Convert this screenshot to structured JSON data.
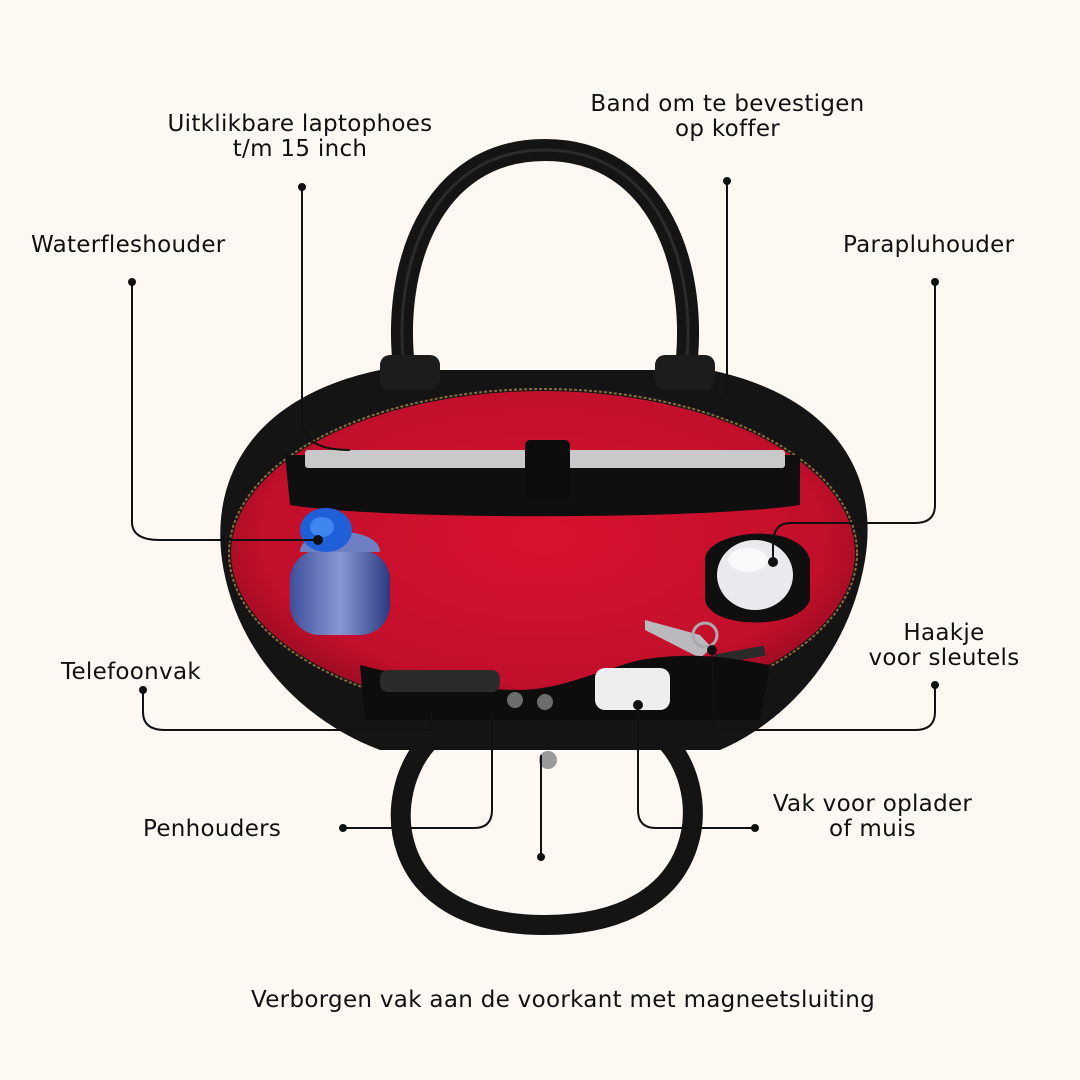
{
  "callouts": {
    "laptop_sleeve": [
      "Uitklikbare laptophoes",
      "t/m 15 inch"
    ],
    "suitcase_strap": [
      "Band om te bevestigen",
      "op koffer"
    ],
    "bottle_holder": "Waterfleshouder",
    "umbrella_holder": "Parapluhouder",
    "key_hook": [
      "Haakje",
      "voor sleutels"
    ],
    "phone_pocket": "Telefoonvak",
    "pen_holders": "Penhouders",
    "charger_pocket": [
      "Vak voor oplader",
      "of muis"
    ],
    "front_pocket": "Verborgen vak aan de voorkant met magneetsluiting"
  },
  "colors": {
    "background": "#fdf8f2",
    "leather": "#141414",
    "lining": "#c8102e",
    "line": "#111111"
  }
}
